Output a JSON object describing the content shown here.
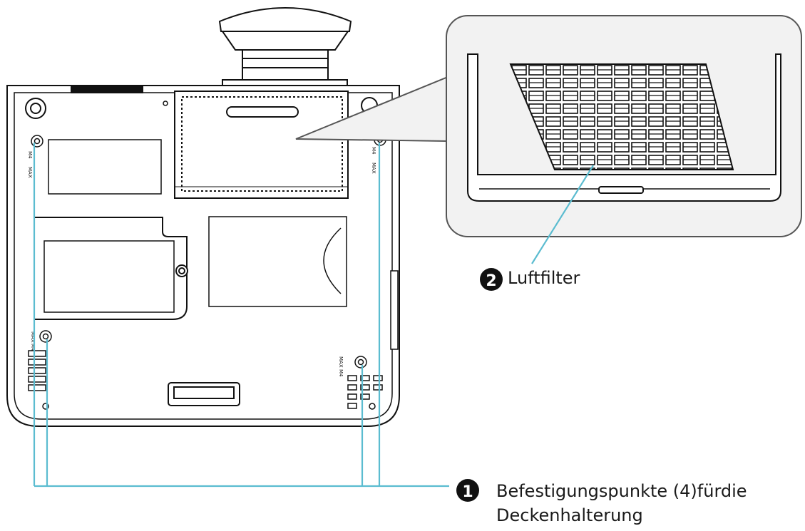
{
  "callouts": [
    {
      "number": "2",
      "lines": [
        "Luftfilter"
      ]
    },
    {
      "number": "1",
      "lines": [
        "Befestigungspunkte (4)fürdie",
        "Deckenhalterung"
      ]
    }
  ],
  "screw_marks": [
    "MAX",
    "M4"
  ],
  "colors": {
    "leader": "#5bbcd0",
    "stroke": "#111111",
    "badge": "#111111"
  }
}
